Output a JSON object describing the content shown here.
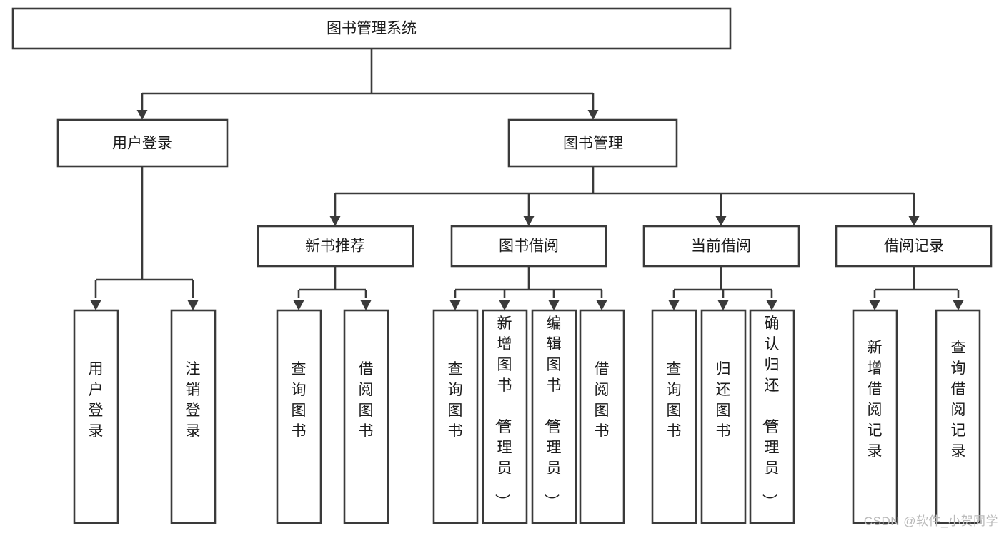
{
  "diagram": {
    "title": "图书管理系统",
    "type": "hierarchy-tree",
    "orientation": "top-down",
    "colors": {
      "box_stroke": "#3a3a3a",
      "box_fill": "#ffffff",
      "connector": "#3a3a3a",
      "text": "#1b1b1b",
      "background": "#ffffff",
      "watermark": "#b9b9b9"
    },
    "root": {
      "label": "图书管理系统"
    },
    "level2": [
      {
        "id": "user-login",
        "label": "用户登录"
      },
      {
        "id": "book-management",
        "label": "图书管理"
      }
    ],
    "level3": [
      {
        "id": "new-book-recommend",
        "label": "新书推荐",
        "parent": "book-management"
      },
      {
        "id": "book-borrow",
        "label": "图书借阅",
        "parent": "book-management"
      },
      {
        "id": "current-borrow",
        "label": "当前借阅",
        "parent": "book-management"
      },
      {
        "id": "borrow-record",
        "label": "借阅记录",
        "parent": "book-management"
      }
    ],
    "leaves": {
      "user-login": [
        {
          "id": "leaf-user-login",
          "label": "用户登录"
        },
        {
          "id": "leaf-user-logout",
          "label": "注销登录"
        }
      ],
      "new-book-recommend": [
        {
          "id": "leaf-query-book-1",
          "label": "查询图书"
        },
        {
          "id": "leaf-borrow-book-1",
          "label": "借阅图书"
        }
      ],
      "book-borrow": [
        {
          "id": "leaf-query-book-2",
          "label": "查询图书"
        },
        {
          "id": "leaf-add-book",
          "label": "新增图书（管理员）"
        },
        {
          "id": "leaf-edit-book",
          "label": "编辑图书（管理员）"
        },
        {
          "id": "leaf-borrow-book-2",
          "label": "借阅图书"
        }
      ],
      "current-borrow": [
        {
          "id": "leaf-query-book-3",
          "label": "查询图书"
        },
        {
          "id": "leaf-return-book",
          "label": "归还图书"
        },
        {
          "id": "leaf-confirm-return",
          "label": "确认归还（管理员）"
        }
      ],
      "borrow-record": [
        {
          "id": "leaf-add-record",
          "label": "新增借阅记录"
        },
        {
          "id": "leaf-query-record",
          "label": "查询借阅记录"
        }
      ]
    }
  },
  "watermark": {
    "text": "CSDN @软件_小贺同学"
  }
}
